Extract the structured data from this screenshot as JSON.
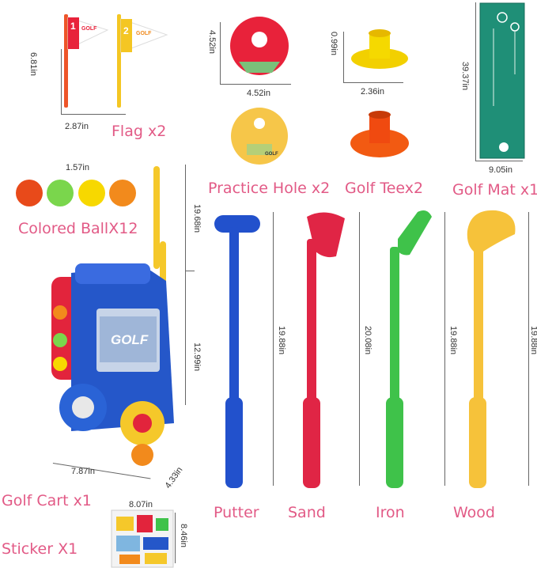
{
  "labels": {
    "flag": "Flag x2",
    "practice_hole": "Practice Hole x2",
    "golf_tee": "Golf Teex2",
    "golf_mat": "Golf Mat x1",
    "colored_ball": "Colored BallX12",
    "golf_cart": "Golf Cart x1",
    "sticker": "Sticker X1",
    "putter": "Putter",
    "sand": "Sand",
    "iron": "Iron",
    "wood": "Wood"
  },
  "dimensions": {
    "flag_h": "6.81in",
    "flag_w": "2.87in",
    "hole_h": "4.52in",
    "hole_w": "4.52in",
    "tee_h": "0.99in",
    "tee_w": "2.36in",
    "mat_h": "39.37in",
    "mat_w": "9.05in",
    "ball_d": "1.57in",
    "cart_handle": "19.68in",
    "cart_h": "12.99in",
    "cart_w": "7.87in",
    "cart_d": "4.33in",
    "putter_h": "19.88in",
    "sand_h": "20.08in",
    "iron_h": "19.88in",
    "wood_h": "19.88in",
    "sticker_w": "8.07in",
    "sticker_h": "8.46in"
  },
  "product_text": {
    "flag1_num": "1",
    "flag2_num": "2",
    "flag_golf": "GOLF",
    "hole_golf": "GOLF",
    "cart_golf": "GOLF"
  },
  "colors": {
    "label_pink": "#e25a86",
    "red": "#e8223a",
    "blue": "#2557c9",
    "green": "#3fc24a",
    "yellow": "#f4c623",
    "orange": "#f26a2a",
    "mat_green": "#1f8f77"
  }
}
